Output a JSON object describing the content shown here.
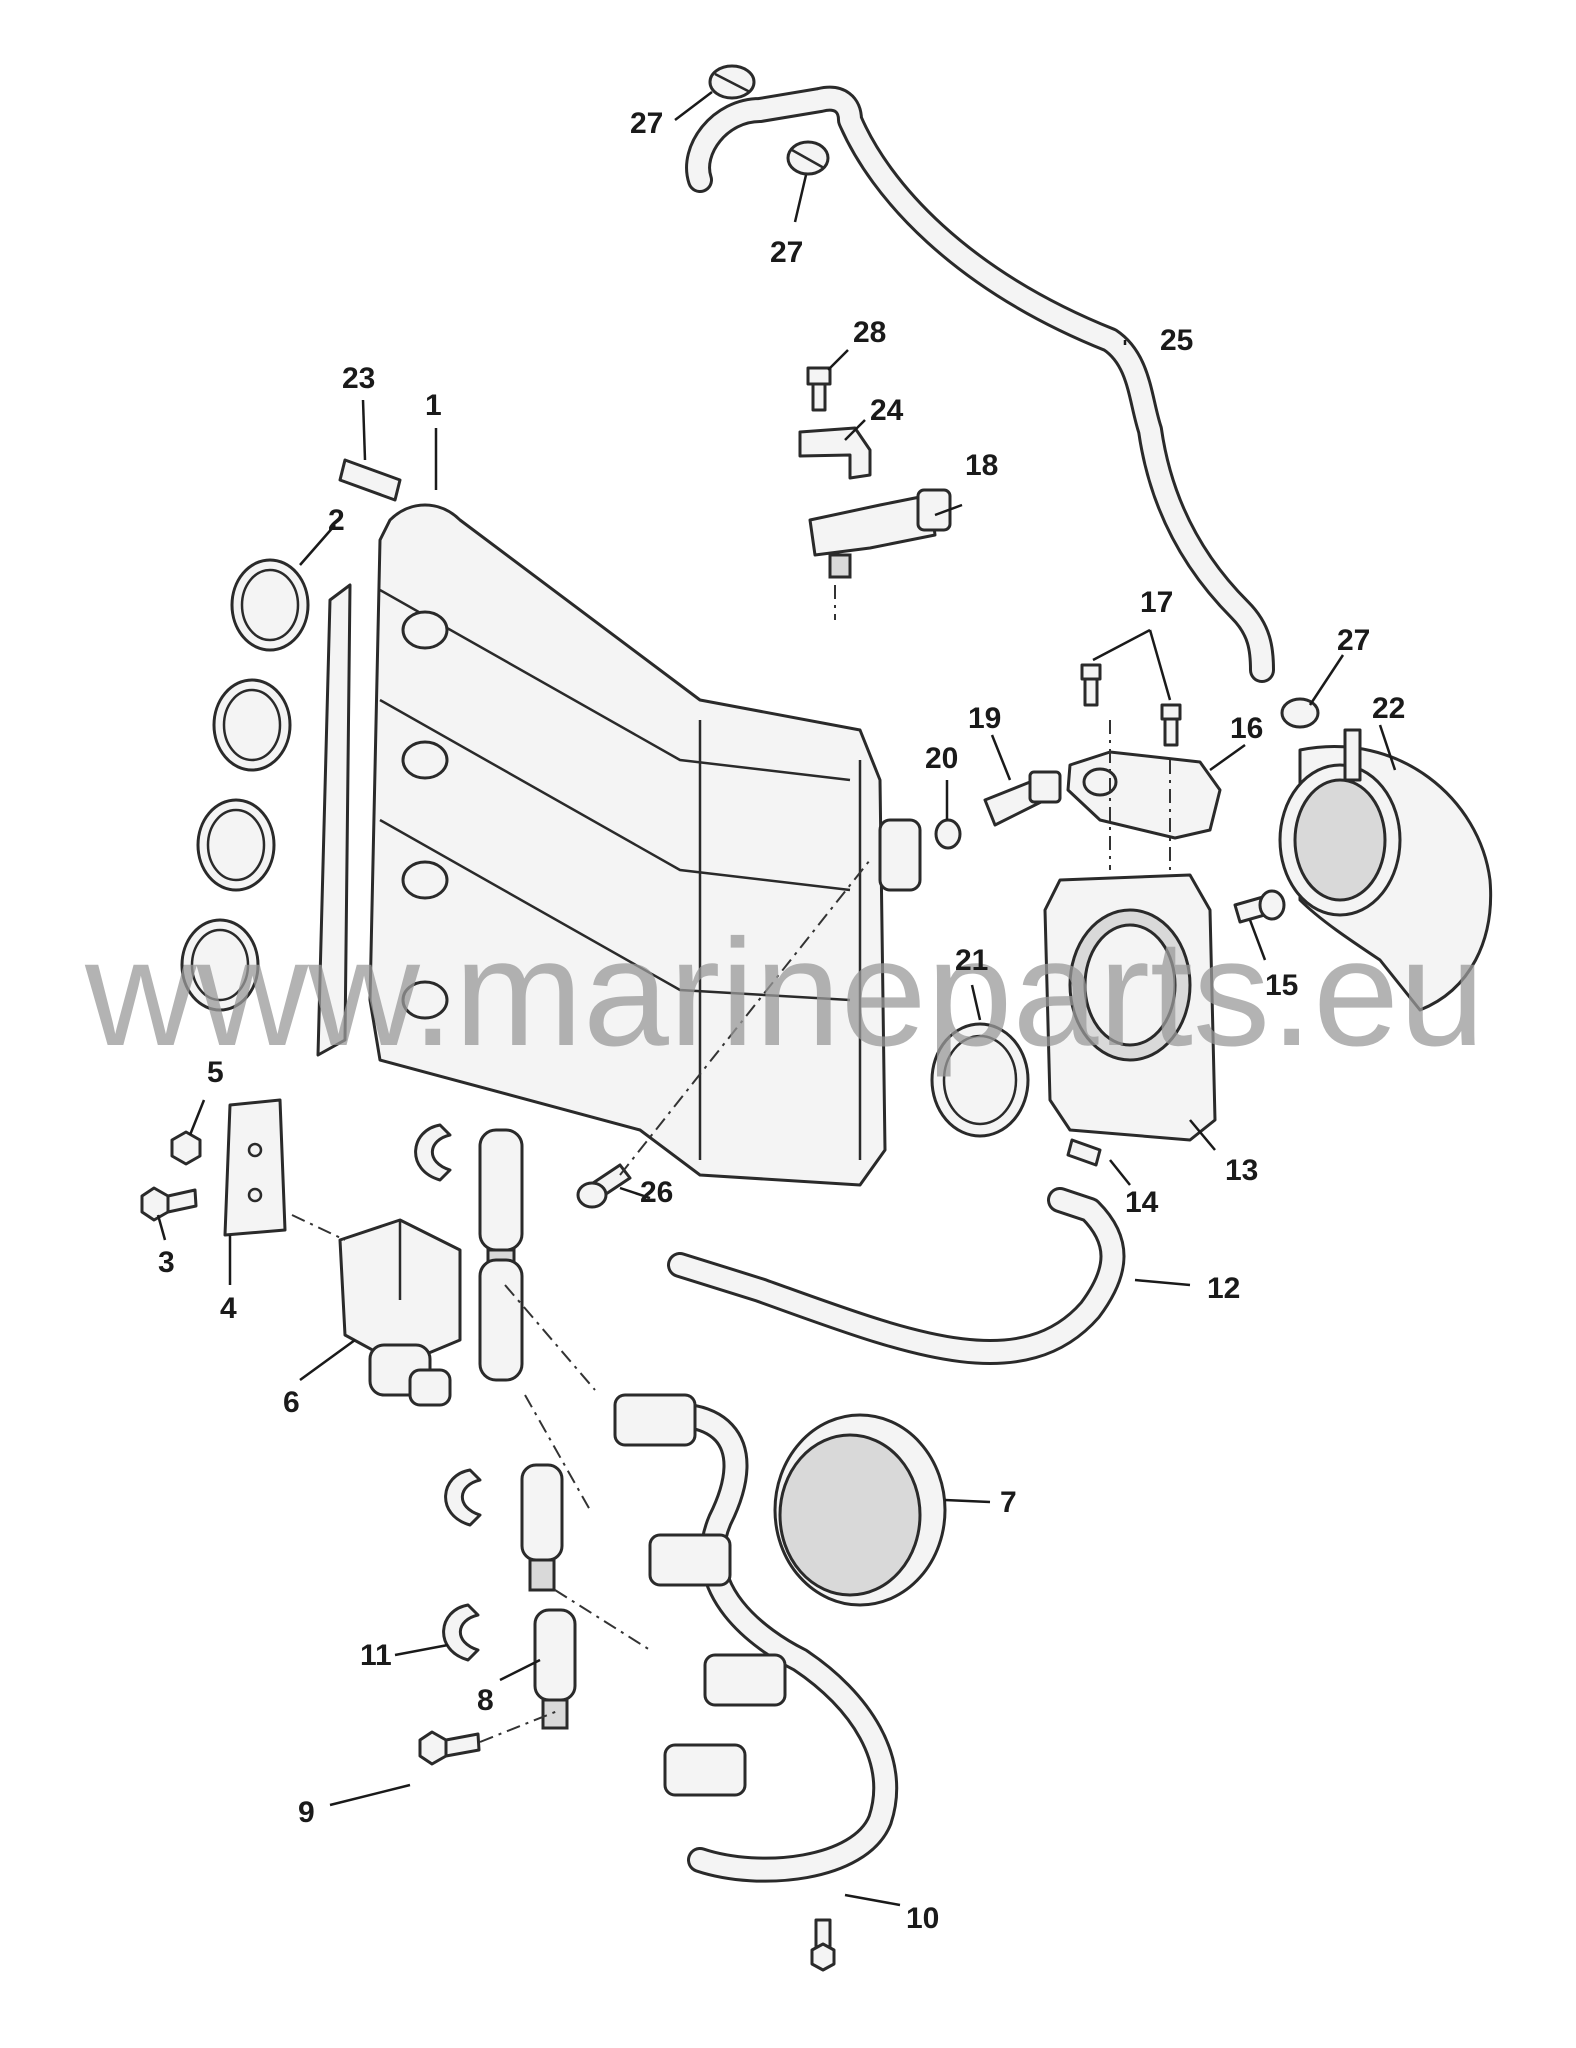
{
  "watermark": "www.marineparts.eu",
  "callouts": [
    {
      "id": "c1",
      "label": "1"
    },
    {
      "id": "c2",
      "label": "2"
    },
    {
      "id": "c3",
      "label": "3"
    },
    {
      "id": "c4",
      "label": "4"
    },
    {
      "id": "c5",
      "label": "5"
    },
    {
      "id": "c6",
      "label": "6"
    },
    {
      "id": "c7",
      "label": "7"
    },
    {
      "id": "c8",
      "label": "8"
    },
    {
      "id": "c9",
      "label": "9"
    },
    {
      "id": "c10",
      "label": "10"
    },
    {
      "id": "c11",
      "label": "11"
    },
    {
      "id": "c12",
      "label": "12"
    },
    {
      "id": "c13",
      "label": "13"
    },
    {
      "id": "c14",
      "label": "14"
    },
    {
      "id": "c15",
      "label": "15"
    },
    {
      "id": "c16",
      "label": "16"
    },
    {
      "id": "c17",
      "label": "17"
    },
    {
      "id": "c18",
      "label": "18"
    },
    {
      "id": "c19",
      "label": "19"
    },
    {
      "id": "c20",
      "label": "20"
    },
    {
      "id": "c21",
      "label": "21"
    },
    {
      "id": "c22",
      "label": "22"
    },
    {
      "id": "c23",
      "label": "23"
    },
    {
      "id": "c24",
      "label": "24"
    },
    {
      "id": "c25",
      "label": "25"
    },
    {
      "id": "c26",
      "label": "26"
    },
    {
      "id": "c27a",
      "label": "27"
    },
    {
      "id": "c27b",
      "label": "27"
    },
    {
      "id": "c27c",
      "label": "27"
    },
    {
      "id": "c28",
      "label": "28"
    }
  ]
}
